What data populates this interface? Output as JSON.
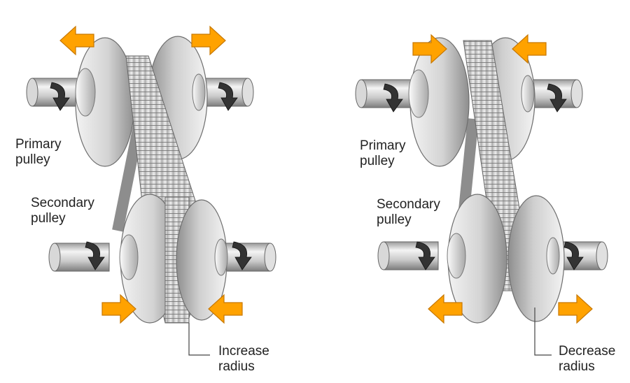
{
  "left_diagram": {
    "primary_label": [
      "Primary",
      "pulley"
    ],
    "secondary_label": [
      "Secondary",
      "pulley"
    ],
    "callout_label": [
      "Increase",
      "radius"
    ]
  },
  "right_diagram": {
    "primary_label": [
      "Primary",
      "pulley"
    ],
    "secondary_label": [
      "Secondary",
      "pulley"
    ],
    "callout_label": [
      "Decrease",
      "radius"
    ]
  },
  "colors": {
    "arrow_fill": "#ffa200",
    "arrow_stroke": "#c87800",
    "metal_light": "#f2f2f2",
    "metal_dark": "#8a8a8a",
    "belt": "#cfcfcf",
    "rotation_arrow": "#333333"
  },
  "icons": [
    "push-arrow-icon",
    "rotation-arrow-icon",
    "pulley-sheave",
    "v-belt"
  ]
}
